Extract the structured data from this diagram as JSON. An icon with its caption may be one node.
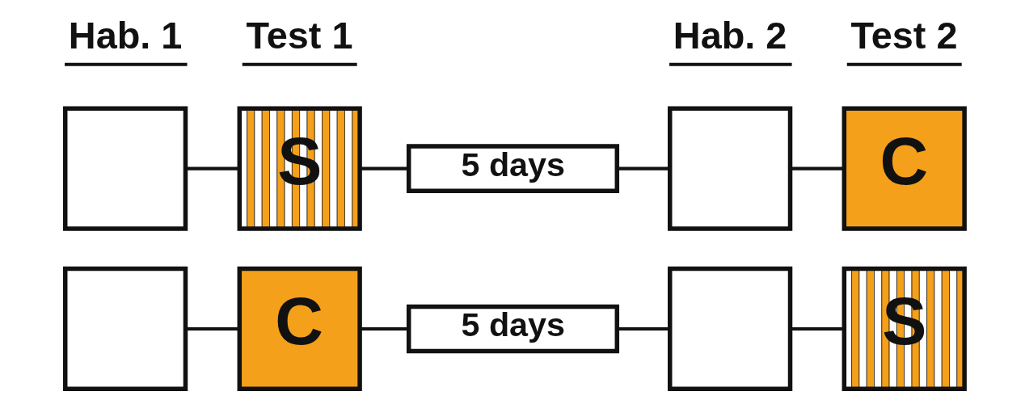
{
  "diagram": {
    "nodes": [
      {
        "text": [],
        "shape": "box"
      },
      {
        "text": [
          "S"
        ]
      },
      {
        "text": [
          "5 days"
        ]
      },
      {
        "text": [],
        "shape": "box"
      },
      {
        "text": [
          "C"
        ]
      },
      {
        "text": [],
        "shape": "box"
      },
      {
        "text": [
          "C"
        ]
      },
      {
        "text": [
          "5 days"
        ]
      },
      {
        "text": [],
        "shape": "box"
      },
      {
        "text": [
          "S"
        ]
      }
    ],
    "edges": [
      {
        "from": 0,
        "to": 1,
        "arrow": "none"
      },
      {
        "from": 1,
        "to": 2,
        "arrow": "none"
      },
      {
        "from": 2,
        "to": 3,
        "arrow": "none"
      },
      {
        "from": 3,
        "to": 4,
        "arrow": "none"
      },
      {
        "from": 5,
        "to": 6,
        "arrow": "none"
      },
      {
        "from": 6,
        "to": 7,
        "arrow": "none"
      },
      {
        "from": 7,
        "to": 8,
        "arrow": "none"
      },
      {
        "from": 8,
        "to": 9,
        "arrow": "none"
      }
    ],
    "labels": [
      "Hab. 1",
      "Test 1",
      "Hab. 2",
      "Test 2"
    ]
  }
}
